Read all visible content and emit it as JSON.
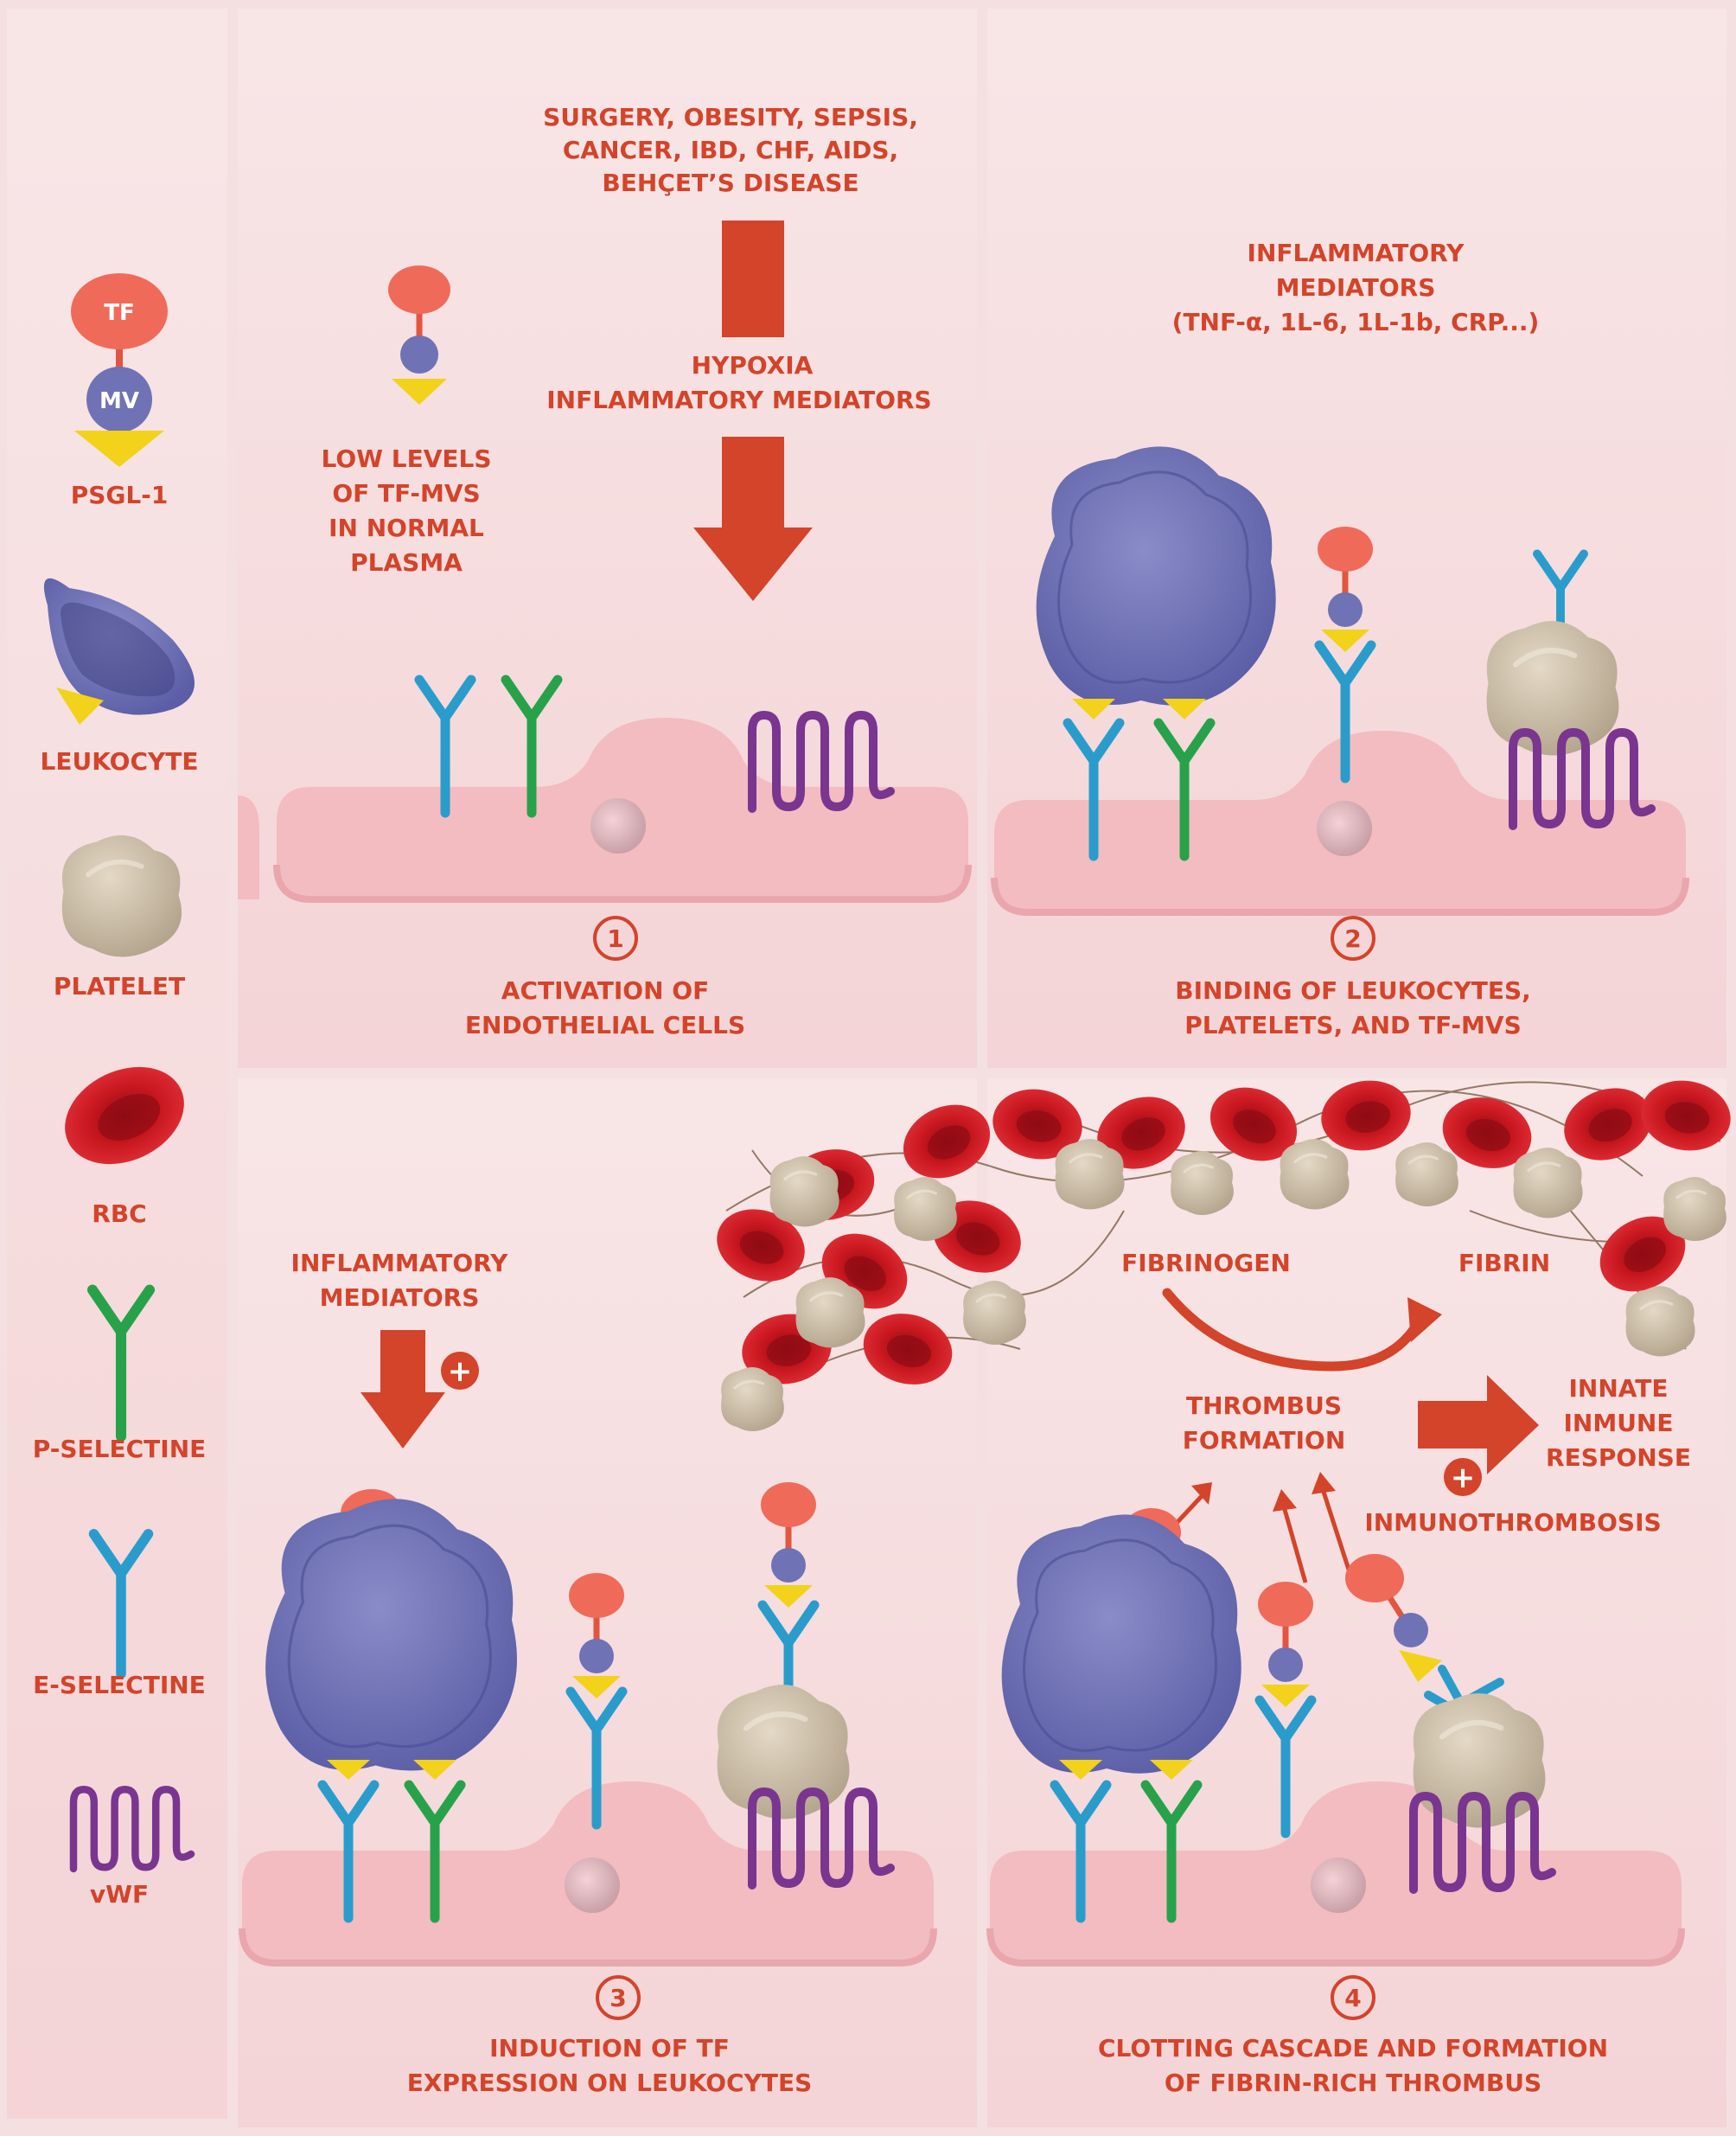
{
  "legend": {
    "tf": "TF",
    "mv": "MV",
    "psgl1": "PSGL-1",
    "leukocyte": "LEUKOCYTE",
    "platelet": "PLATELET",
    "rbc": "RBC",
    "p_selectine": "P-SELECTINE",
    "e_selectine": "E-SELECTINE",
    "vwf": "vWF"
  },
  "panel1": {
    "number": "1",
    "causes": [
      "SURGERY, OBESITY, SEPSIS,",
      "CANCER, IBD, CHF, AIDS,",
      "BEHÇET’S DISEASE"
    ],
    "trigger": [
      "HYPOXIA",
      "INFLAMMATORY MEDIATORS"
    ],
    "low_levels": [
      "LOW LEVELS",
      "OF TF-MVS",
      "IN NORMAL",
      "PLASMA"
    ],
    "caption": [
      "ACTIVATION OF",
      "ENDOTHELIAL CELLS"
    ]
  },
  "panel2": {
    "number": "2",
    "mediators": [
      "INFLAMMATORY",
      "MEDIATORS",
      "(TNF-α, 1L-6, 1L-1b, CRP...)"
    ],
    "caption": [
      "BINDING OF LEUKOCYTES,",
      "PLATELETS, AND TF-MVS"
    ]
  },
  "panel3": {
    "number": "3",
    "mediators": [
      "INFLAMMATORY",
      "MEDIATORS"
    ],
    "plus": "+",
    "caption": [
      "INDUCTION OF TF",
      "EXPRESSION ON LEUKOCYTES"
    ]
  },
  "panel4": {
    "number": "4",
    "fibrinogen": "FIBRINOGEN",
    "fibrin": "FIBRIN",
    "thrombus": [
      "THROMBUS",
      "FORMATION"
    ],
    "innate": [
      "INNATE",
      "INMUNE",
      "RESPONSE"
    ],
    "plus": "+",
    "immunothrombosis": "INMUNOTHROMBOSIS",
    "caption": [
      "CLOTTING CASCADE AND FORMATION",
      "OF FIBRIN-RICH THROMBUS"
    ]
  },
  "colors": {
    "label": "#d3442a",
    "arrow": "#d3442a",
    "tf": "#f06a5a",
    "mv": "#6f72b4",
    "psgl1": "#f2d21a",
    "leukocyte": "#7578b8",
    "platelet": "#cfc0a8",
    "rbc": "#c8171f",
    "p_selectine": "#27a24b",
    "e_selectine": "#2a9ccc",
    "vwf": "#7a3590",
    "endothelium": "#f2bcc0",
    "background": "#f6e3e4"
  }
}
